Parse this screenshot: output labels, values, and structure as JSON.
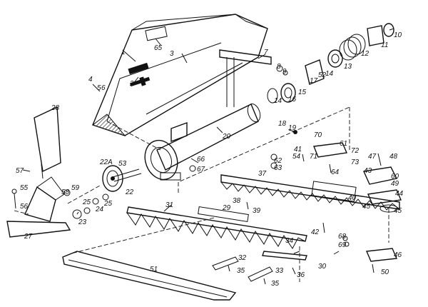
{
  "diagram": {
    "labels": [
      "1",
      "2",
      "3",
      "4",
      "5",
      "6",
      "7",
      "8",
      "9",
      "10",
      "11",
      "12",
      "13",
      "14",
      "15",
      "16",
      "17",
      "18",
      "19",
      "20",
      "22",
      "22A",
      "23",
      "24",
      "25",
      "27",
      "28",
      "29",
      "30",
      "31",
      "32",
      "33",
      "34",
      "35",
      "36",
      "37",
      "38",
      "39",
      "40",
      "41",
      "42",
      "43",
      "44",
      "45",
      "46",
      "47",
      "48",
      "49",
      "50",
      "51",
      "52",
      "53",
      "54",
      "55",
      "56",
      "57",
      "58",
      "59",
      "60",
      "61",
      "62",
      "63",
      "64",
      "65",
      "66",
      "67",
      "68",
      "69",
      "70",
      "71",
      "72",
      "73"
    ]
  }
}
